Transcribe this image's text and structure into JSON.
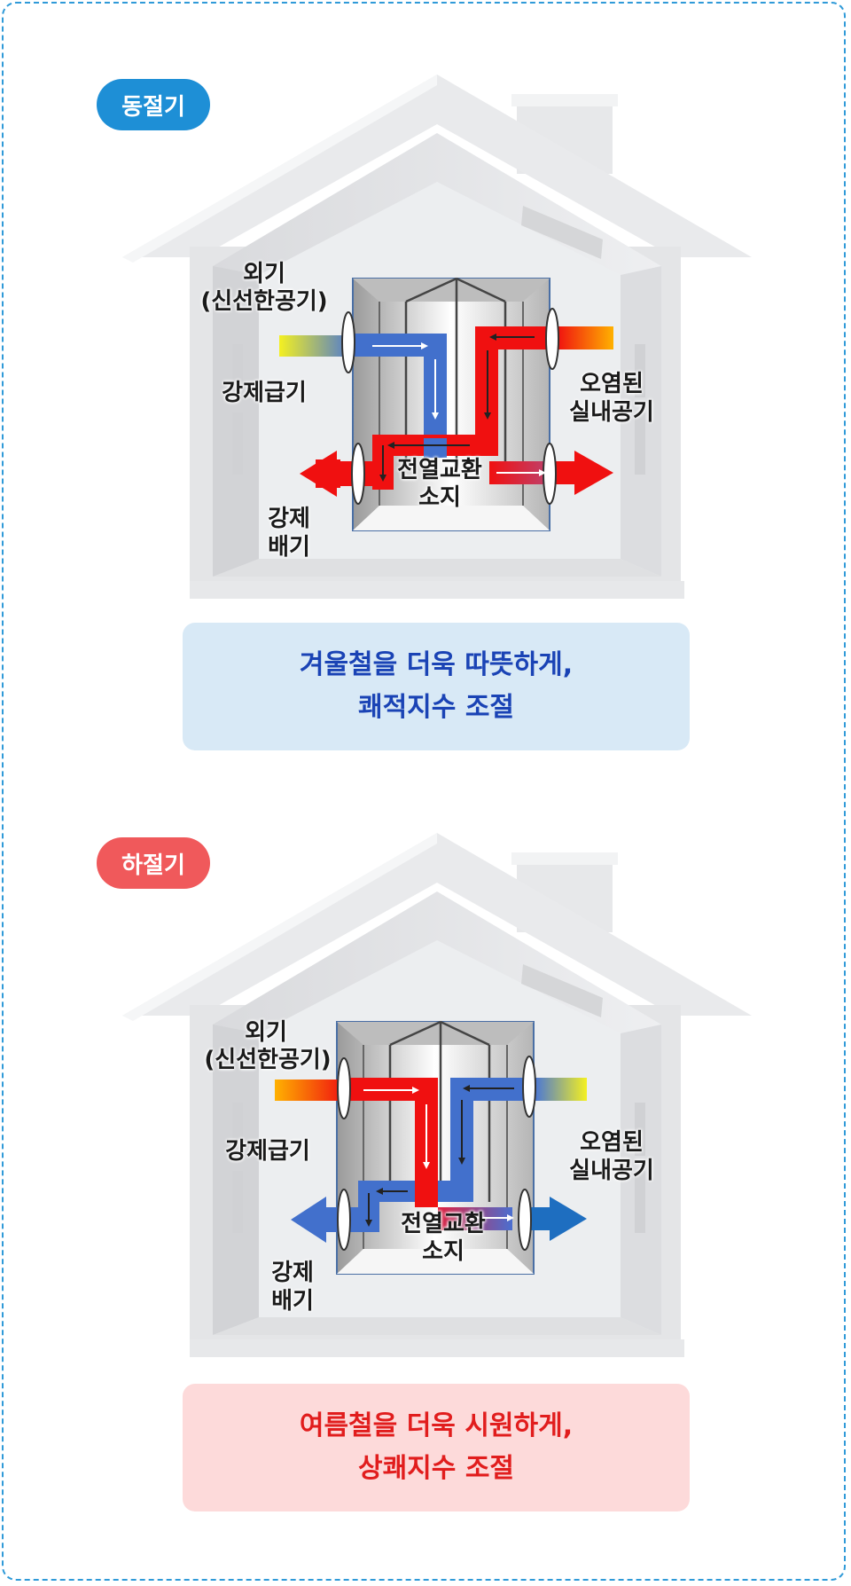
{
  "winter": {
    "season_label": "동절기",
    "labels": {
      "outdoor_line1": "외기",
      "outdoor_line2": "(신선한공기)",
      "supply": "강제급기",
      "indoor_line1": "오염된",
      "indoor_line2": "실내공기",
      "core_line1": "전열교환",
      "core_line2": "소지",
      "exhaust_line1": "강제",
      "exhaust_line2": "배기"
    },
    "caption_line1": "겨울철을 더욱 따뜻하게,",
    "caption_line2": "쾌적지수 조절",
    "colors": {
      "accent": "#1e8fd6",
      "caption_bg": "#d8e9f6",
      "caption_text": "#1a43b5"
    }
  },
  "summer": {
    "season_label": "하절기",
    "labels": {
      "outdoor_line1": "외기",
      "outdoor_line2": "(신선한공기)",
      "supply": "강제급기",
      "indoor_line1": "오염된",
      "indoor_line2": "실내공기",
      "core_line1": "전열교환",
      "core_line2": "소지",
      "exhaust_line1": "강제",
      "exhaust_line2": "배기"
    },
    "caption_line1": "여름철을 더욱 시원하게,",
    "caption_line2": "상쾌지수 조절",
    "colors": {
      "accent": "#f0595b",
      "caption_bg": "#fddada",
      "caption_text": "#e11d1d"
    }
  },
  "colors": {
    "frame_border": "#2f9ad8",
    "warm_air": "#f01010",
    "cool_air": "#3a6fd0"
  }
}
